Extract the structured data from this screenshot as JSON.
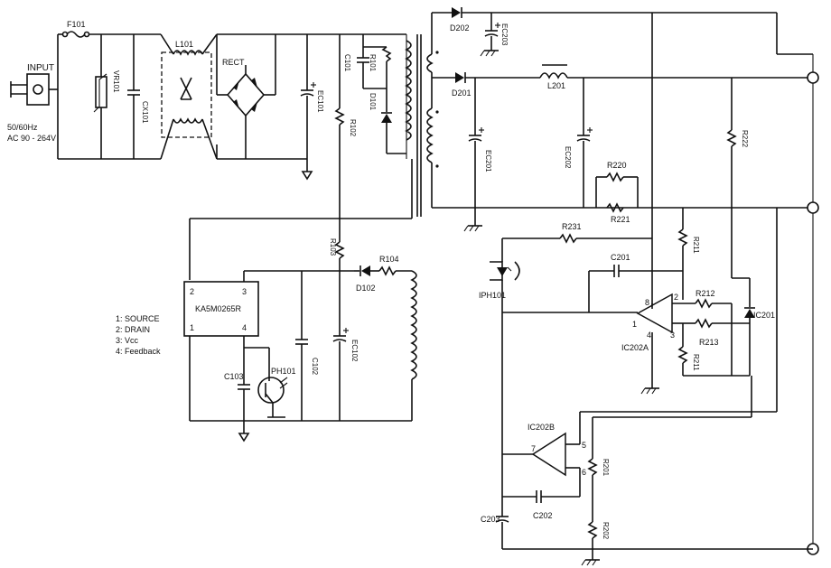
{
  "input": {
    "title": "INPUT",
    "freq": "50/60Hz",
    "voltage": "AC 90 - 264V"
  },
  "parts": {
    "F101": "F101",
    "VR101": "VR101",
    "CX101": "CX101",
    "L101": "L101",
    "RECT": "RECT",
    "EC101": "EC101",
    "C101": "C101",
    "R101": "R101",
    "D101": "D101",
    "R102": "R102",
    "R103": "R103",
    "R104": "R104",
    "D102": "D102",
    "C102": "C102",
    "EC102": "EC102",
    "C103": "C103",
    "PH101": "PH101",
    "IC": "KA5M0265R",
    "D202": "D202",
    "EC203": "EC203",
    "D201": "D201",
    "EC201": "EC201",
    "L201": "L201",
    "EC202": "EC202",
    "R220": "R220",
    "R221": "R221",
    "R222": "R222",
    "R231": "R231",
    "R211": "R211",
    "C201": "C201",
    "IPH101": "IPH101",
    "R212": "R212",
    "R213": "R213",
    "IC201": "IC201",
    "IC202A": "IC202A",
    "R211b": "R211",
    "IC202B": "IC202B",
    "R201": "R201",
    "C202": "C202",
    "C203": "C203",
    "R202": "R202"
  },
  "pins": {
    "p1": "1",
    "p2": "2",
    "p3": "3",
    "p4": "4",
    "p5": "5",
    "p6": "6",
    "p7": "7",
    "p8": "8"
  },
  "legend": [
    "1: SOURCE",
    "2: DRAIN",
    "3: Vcc",
    "4: Feedback"
  ]
}
